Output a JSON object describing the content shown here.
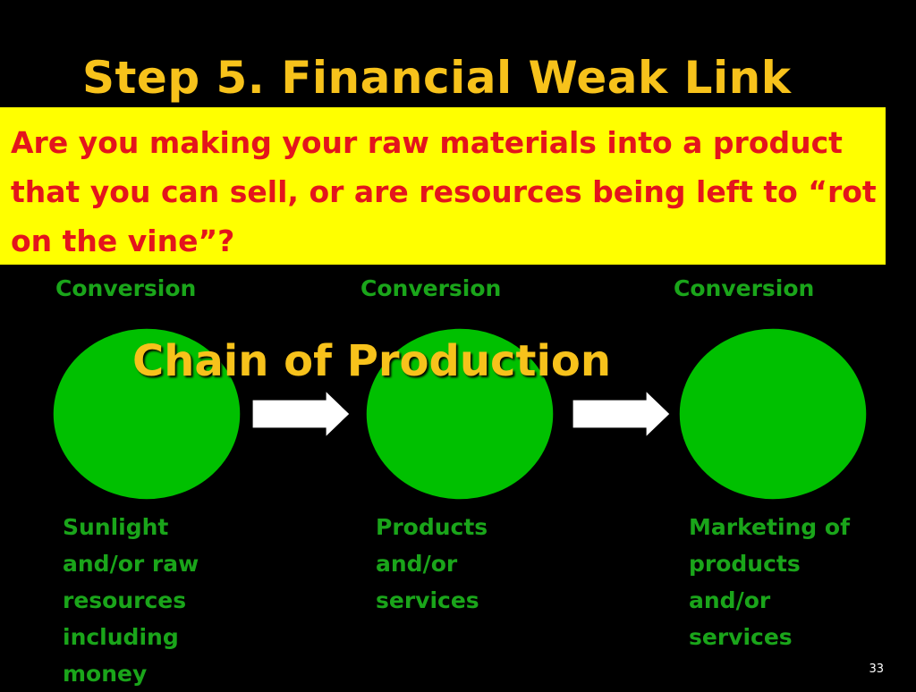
{
  "slide": {
    "title": "Step 5. Financial Weak Link",
    "callout": "Are you making your raw materials into a product that you can sell, or are resources being left to “rot on the vine”?",
    "diagram_title": "Chain of Production",
    "stages": [
      {
        "top_label": "Conversion",
        "bottom_label": "Sunlight and/or raw resources including money"
      },
      {
        "top_label": "Conversion",
        "bottom_label": "Products and/or services"
      },
      {
        "top_label": "Conversion",
        "bottom_label": "Marketing of products and/or services"
      }
    ],
    "page_number": "33"
  },
  "colors": {
    "background": "#000000",
    "title": "#F7C21B",
    "callout_bg": "#FFFF00",
    "callout_text": "#E3151C",
    "circle_fill": "#00C000",
    "label_text": "#1AA51A"
  }
}
